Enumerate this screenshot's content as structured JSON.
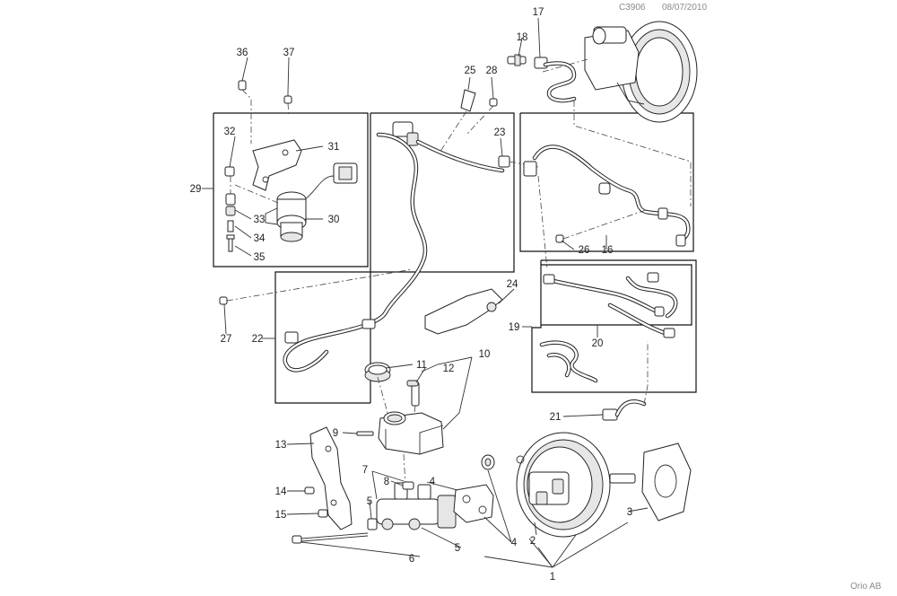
{
  "header": {
    "code": "C3906",
    "date": "08/07/2010"
  },
  "footer": {
    "company": "Orio AB"
  },
  "callouts": {
    "n1": "1",
    "n2": "2",
    "n3": "3",
    "n4": "4",
    "n4b": "4",
    "n5": "5",
    "n5b": "5",
    "n6": "6",
    "n7": "7",
    "n8": "8",
    "n9": "9",
    "n10": "10",
    "n11": "11",
    "n12": "12",
    "n13": "13",
    "n14": "14",
    "n15": "15",
    "n16": "16",
    "n17": "17",
    "n18": "18",
    "n19": "19",
    "n20": "20",
    "n21": "21",
    "n22": "22",
    "n23": "23",
    "n24": "24",
    "n25": "25",
    "n26": "26",
    "n27": "27",
    "n28": "28",
    "n29": "29",
    "n30": "30",
    "n31": "31",
    "n32": "32",
    "n33": "33",
    "n34": "34",
    "n35": "35",
    "n36": "36",
    "n37": "37"
  }
}
